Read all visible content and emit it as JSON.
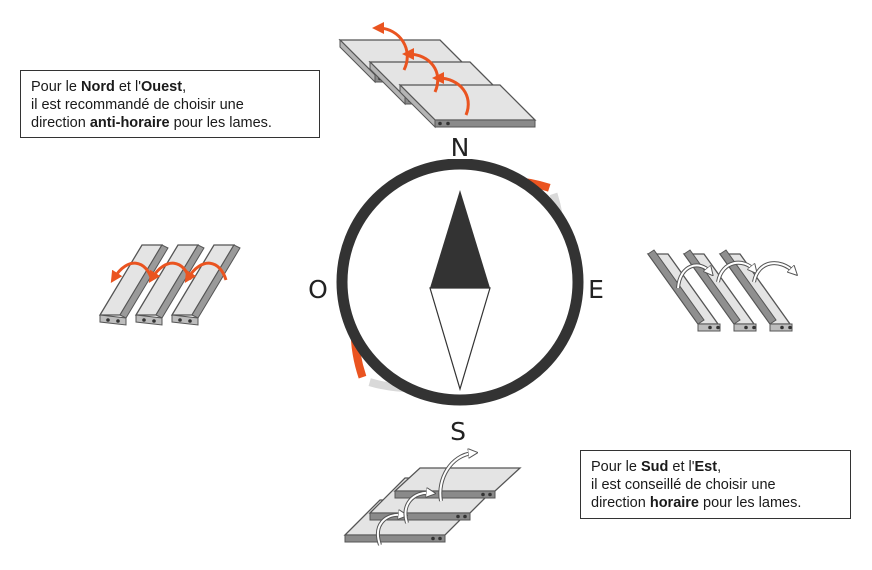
{
  "compass": {
    "north": "N",
    "south": "S",
    "east": "E",
    "west": "O",
    "accent_color": "#ea5420",
    "neutral_color": "#d9d9d9",
    "dark_color": "#333333"
  },
  "notes": {
    "north_west": {
      "t1": "Pour le ",
      "b1": "Nord",
      "t2": " et l'",
      "b2": "Ouest",
      "t3": ",",
      "line2": "il est recommandé de choisir une",
      "t4": "direction ",
      "b3": "anti-horaire",
      "t5": " pour les lames."
    },
    "south_east": {
      "t1": "Pour le ",
      "b1": "Sud",
      "t2": " et l'",
      "b2": "Est",
      "t3": ",",
      "line2": "il est conseillé de choisir une",
      "t4": "direction ",
      "b3": "horaire",
      "t5": " pour les lames."
    }
  },
  "icons": {
    "north": "louvers-anticlockwise-icon",
    "west": "louvers-anticlockwise-icon",
    "east": "louvers-clockwise-icon",
    "south": "louvers-clockwise-icon"
  }
}
